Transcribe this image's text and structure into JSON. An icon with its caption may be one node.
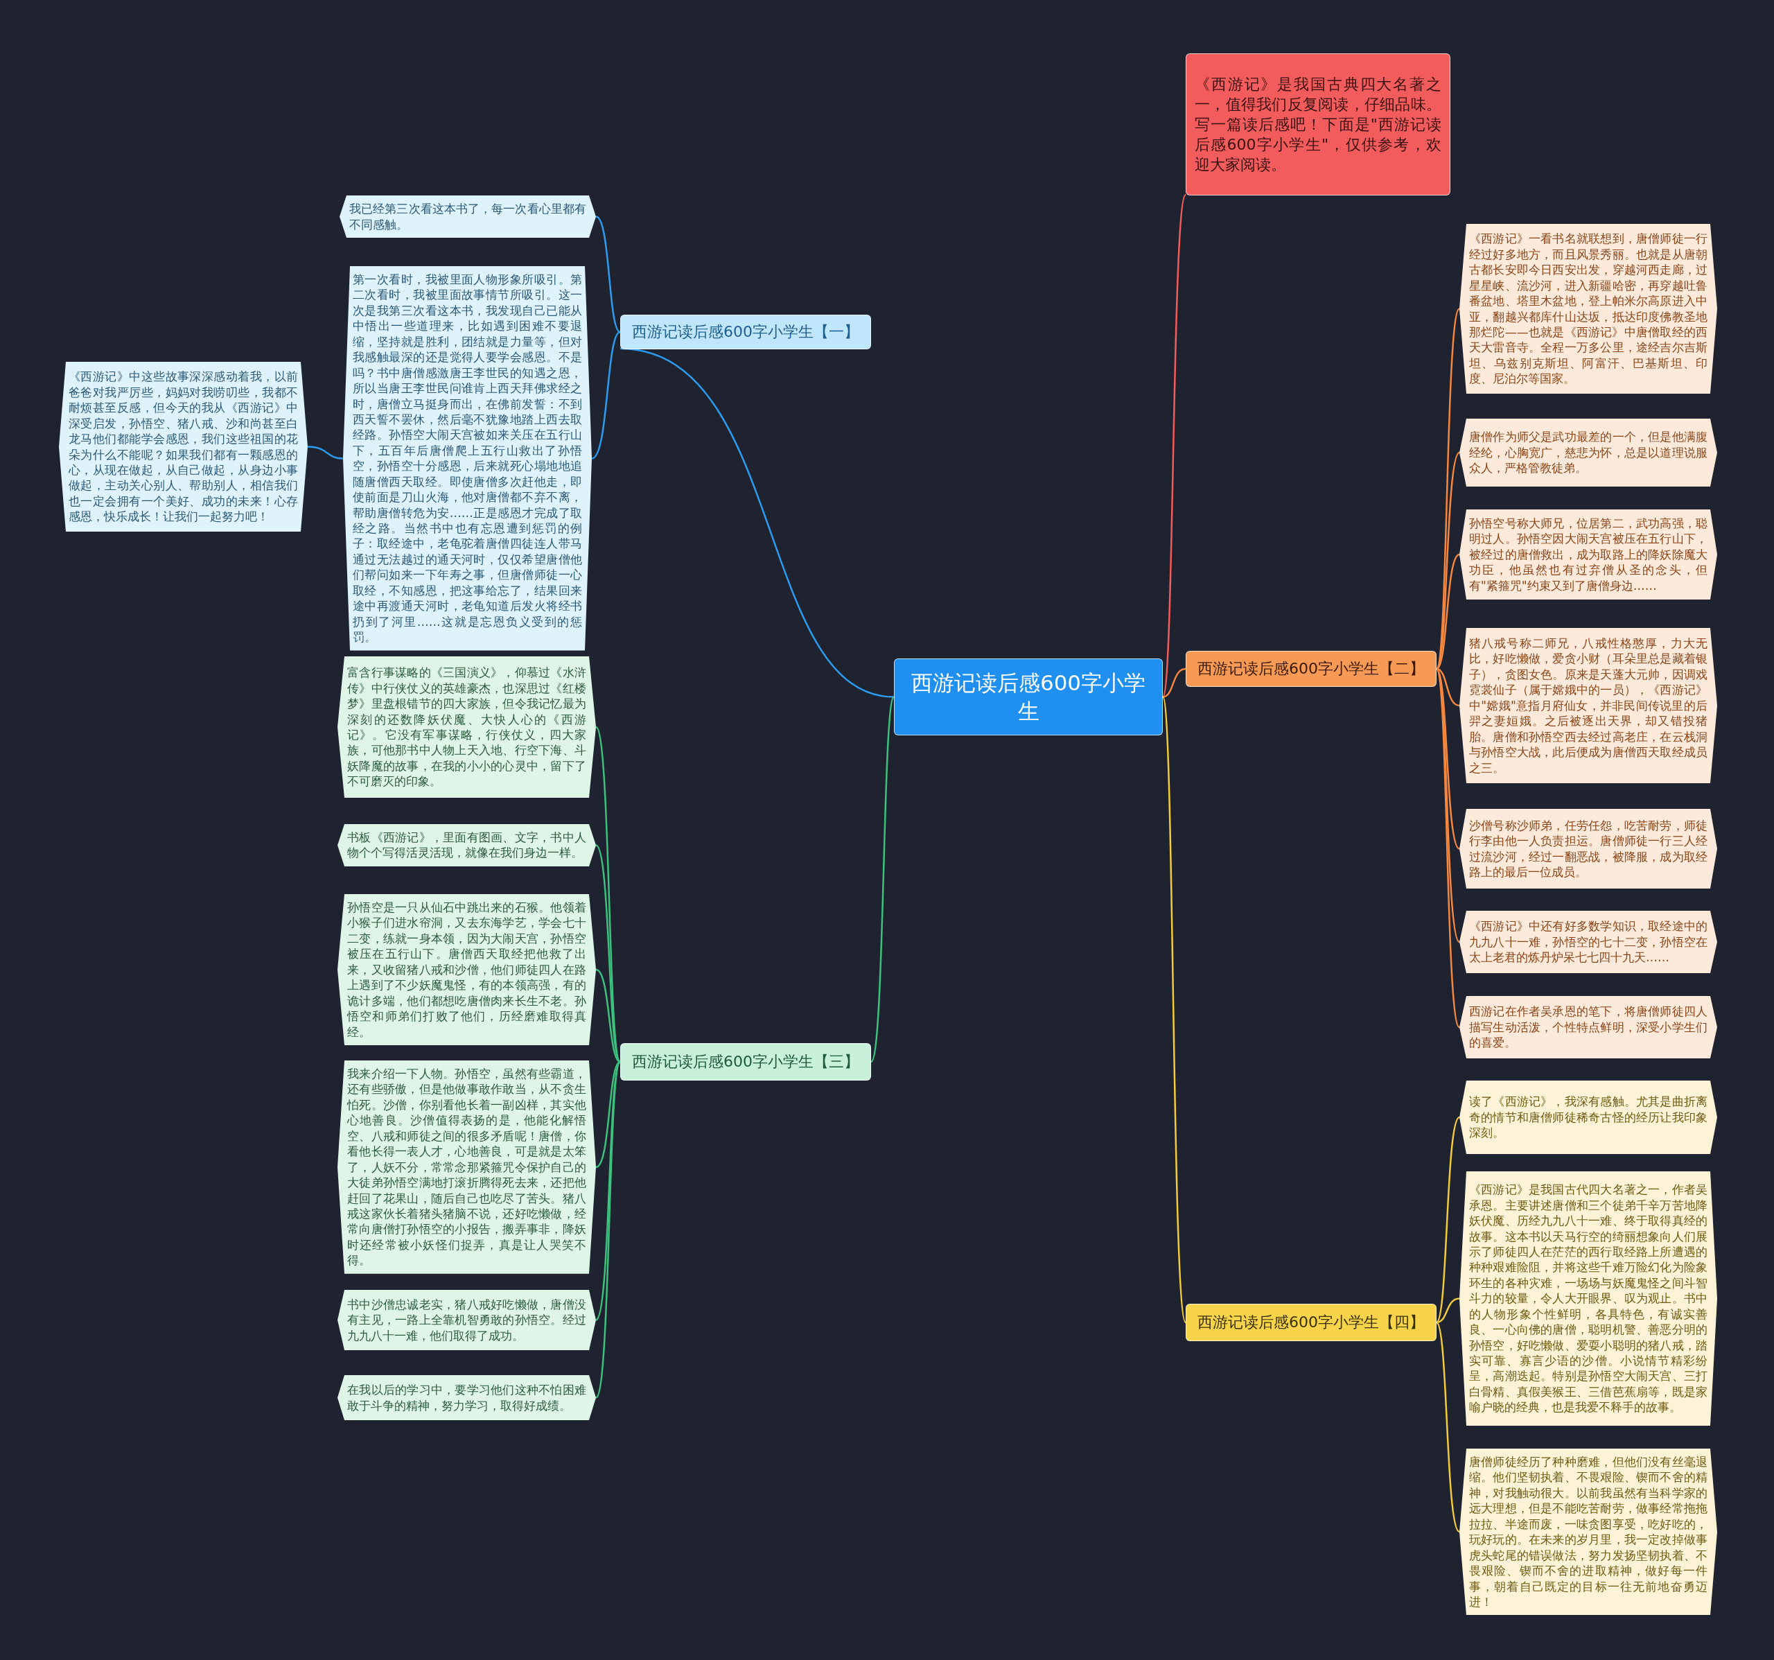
{
  "diagram": {
    "nodes": [
      {
        "text": [
          "西游记读后感600字小学生"
        ]
      },
      {
        "text": [
          "《西游记》是我国古典四大名著之一，值得我们反复阅读，仔细品味。写一篇读后感吧！下面是\"西游记读后感600字小学生\"，仅供参考，欢迎大家阅读。"
        ]
      },
      {
        "text": [
          "西游记读后感600字小学生【一】"
        ]
      },
      {
        "text": [
          "我已经第三次看这本书了，每一次看心里都有不同感触。"
        ]
      },
      {
        "text": [
          "第一次看时，我被里面人物形象所吸引。第二次看时，我被里面故事情节所吸引。这一次是我第三次看这本书，我发现自己已能从中悟出一些道理来，比如遇到困难不要退缩，坚持就是胜利，团结就是力量等，但对我感触最深的还是觉得人要学会感恩。不是吗？书中唐僧感激唐王李世民的知遇之恩，所以当唐王李世民问谁肯上西天拜佛求经之时，唐僧立马挺身而出，在佛前发誓：不到西天誓不罢休，然后毫不犹豫地踏上西去取经路。孙悟空大闹天宫被如来关压在五行山下，五百年后唐僧爬上五行山救出了孙悟空，孙悟空十分感恩，后来就死心塌地地追随唐僧西天取经。即使唐僧多次赶他走，即使前面是刀山火海，他对唐僧都不弃不离，帮助唐僧转危为安……正是感恩才完成了取经之路。当然书中也有忘恩遭到惩罚的例子：取经途中，老龟驼着唐僧四徒连人带马通过无法越过的通天河时，仅仅希望唐僧他们帮问如来一下年寿之事，但唐僧师徒一心取经，不知感恩，把这事给忘了，结果回来途中再渡通天河时，老龟知道后发火将经书扔到了河里……这就是忘恩负义受到的惩罚。"
        ]
      },
      {
        "text": [
          "《西游记》中这些故事深深感动着我，以前爸爸对我严厉些，妈妈对我唠叨些，我都不耐烦甚至反感，但今天的我从《西游记》中深受启发，孙悟空、猪八戒、沙和尚甚至白龙马他们都能学会感恩，我们这些祖国的花朵为什么不能呢？如果我们都有一颗感恩的心，从现在做起，从自己做起，从身边小事做起，主动关心别人、帮助别人，相信我们也一定会拥有一个美好、成功的未来！心存感恩，快乐成长！让我们一起努力吧！"
        ]
      },
      {
        "text": [
          "西游记读后感600字小学生【二】"
        ]
      },
      {
        "text": [
          "《西游记》一看书名就联想到，唐僧师徒一行经过好多地方，而且风景秀丽。也就是从唐朝古都长安即今日西安出发，穿越河西走廊，过星星峡、流沙河，进入新疆哈密，再穿越吐鲁番盆地、塔里木盆地，登上帕米尔高原进入中亚，翻越兴都库什山达坂，抵达印度佛教圣地那烂陀——也就是《西游记》中唐僧取经的西天大雷音寺。全程一万多公里，途经吉尔吉斯坦、乌兹别克斯坦、阿富汗、巴基斯坦、印度、尼泊尔等国家。"
        ]
      },
      {
        "text": [
          "唐僧作为师父是武功最差的一个，但是他满腹经纶，心胸宽广，慈悲为怀，总是以道理说服众人，严格管教徒弟。"
        ]
      },
      {
        "text": [
          "孙悟空号称大师兄，位居第二，武功高强，聪明过人。孙悟空因大闹天宫被压在五行山下，被经过的唐僧救出，成为取路上的降妖除魔大功臣，他虽然也有过弃僧从圣的念头，但有\"紧箍咒\"约束又到了唐僧身边……"
        ]
      },
      {
        "text": [
          "猪八戒号称二师兄，八戒性格憨厚，力大无比，好吃懒做，爱贪小财（耳朵里总是藏着银子），贪图女色。原来是天蓬大元帅，因调戏霓裳仙子（属于嫦娥中的一员），《西游记》中\"嫦娥\"意指月府仙女，并非民间传说里的后羿之妻姮娥。之后被逐出天界，却又错投猪胎。唐僧和孙悟空西去经过高老庄，在云栈洞与孙悟空大战，此后便成为唐僧西天取经成员之三。"
        ]
      },
      {
        "text": [
          "沙僧号称沙师弟，任劳任怨，吃苦耐劳，师徒行李由他一人负责担运。唐僧师徒一行三人经过流沙河，经过一翻恶战，被降服，成为取经路上的最后一位成员。"
        ]
      },
      {
        "text": [
          "《西游记》中还有好多数学知识，取经途中的九九八十一难，孙悟空的七十二变，孙悟空在太上老君的炼丹炉呆七七四十九天……"
        ]
      },
      {
        "text": [
          "西游记在作者吴承恩的笔下，将唐僧师徒四人描写生动活泼，个性特点鲜明，深受小学生们的喜爱。"
        ]
      },
      {
        "text": [
          "西游记读后感600字小学生【三】"
        ]
      },
      {
        "text": [
          "富含行事谋略的《三国演义》，仰慕过《水浒传》中行侠仗义的英雄豪杰，也深思过《红楼梦》里盘根错节的四大家族，但令我记忆最为深刻的还数降妖伏魔、大快人心的《西游记》。它没有军事谋略，行侠仗义，四大家族，可他那书中人物上天入地、行空下海、斗妖降魔的故事，在我的小小的心灵中，留下了不可磨灭的印象。"
        ]
      },
      {
        "text": [
          "书板《西游记》，里面有图画、文字，书中人物个个写得活灵活现，就像在我们身边一样。"
        ]
      },
      {
        "text": [
          "孙悟空是一只从仙石中跳出来的石猴。他领着小猴子们进水帘洞，又去东海学艺，学会七十二变，练就一身本领，因为大闹天宫，孙悟空被压在五行山下。唐僧西天取经把他救了出来，又收留猪八戒和沙僧，他们师徒四人在路上遇到了不少妖魔鬼怪，有的本领高强，有的诡计多端，他们都想吃唐僧肉来长生不老。孙悟空和师弟们打败了他们，历经磨难取得真经。"
        ]
      },
      {
        "text": [
          "我来介绍一下人物。孙悟空，虽然有些霸道，还有些骄傲，但是他做事敢作敢当，从不贪生怕死。沙僧，你别看他长着一副凶样，其实他心地善良。沙僧值得表扬的是，他能化解悟空、八戒和师徒之间的很多矛盾呢！唐僧，你看他长得一表人才，心地善良，可是就是太笨了，人妖不分，常常念那紧箍咒令保护自己的大徒弟孙悟空满地打滚折腾得死去来，还把他赶回了花果山，随后自己也吃尽了苦头。猪八戒这家伙长着猪头猪脑不说，还好吃懒做，经常向唐僧打孙悟空的小报告，搬弄事非，降妖时还经常被小妖怪们捉弄，真是让人哭笑不得。"
        ]
      },
      {
        "text": [
          "书中沙僧忠诚老实，猪八戒好吃懒做，唐僧没有主见，一路上全靠机智勇敢的孙悟空。经过九九八十一难，他们取得了成功。"
        ]
      },
      {
        "text": [
          "在我以后的学习中，要学习他们这种不怕困难敢于斗争的精神，努力学习，取得好成绩。"
        ]
      },
      {
        "text": [
          "西游记读后感600字小学生【四】"
        ]
      },
      {
        "text": [
          "读了《西游记》，我深有感触。尤其是曲折离奇的情节和唐僧师徒稀奇古怪的经历让我印象深刻。"
        ]
      },
      {
        "text": [
          "《西游记》是我国古代四大名著之一，作者吴承恩。主要讲述唐僧和三个徒弟千辛万苦地降妖伏魔、历经九九八十一难、终于取得真经的故事。这本书以天马行空的绮丽想象向人们展示了师徒四人在茫茫的西行取经路上所遭遇的种种艰难险阻，并将这些千难万险幻化为险象环生的各种灾难，一场场与妖魔鬼怪之间斗智斗力的较量，令人大开眼界、叹为观止。书中的人物形象个性鲜明，各具特色，有诚实善良、一心向佛的唐僧，聪明机警、善恶分明的孙悟空，好吃懒做、爱耍小聪明的猪八戒，踏实可靠、寡言少语的沙僧。小说情节精彩纷呈，高潮迭起。特别是孙悟空大闹天宫、三打白骨精、真假美猴王、三借芭蕉扇等，既是家喻户晓的经典，也是我爱不释手的故事。"
        ]
      },
      {
        "text": [
          "唐僧师徒经历了种种磨难，但他们没有丝毫退缩。他们坚韧执着、不畏艰险、锲而不舍的精神，对我触动很大。以前我虽然有当科学家的远大理想，但是不能吃苦耐劳，做事经常拖拖拉拉、半途而废，一味贪图享受，吃好吃的，玩好玩的。在未来的岁月里，我一定改掉做事虎头蛇尾的错误做法，努力发扬坚韧执着、不畏艰险、锲而不舍的进取精神，做好每一件事，朝着自己既定的目标一往无前地奋勇迈进！"
        ]
      }
    ],
    "edges": [
      {
        "from": 0,
        "to": 1,
        "arrow": "none",
        "color": "#f25c5c"
      },
      {
        "from": 0,
        "to": 2,
        "arrow": "none",
        "color": "#2d9cf0"
      },
      {
        "from": 2,
        "to": 3,
        "arrow": "none",
        "color": "#2d9cf0"
      },
      {
        "from": 2,
        "to": 4,
        "arrow": "none",
        "color": "#2d9cf0"
      },
      {
        "from": 4,
        "to": 5,
        "arrow": "none",
        "color": "#2d9cf0"
      },
      {
        "from": 0,
        "to": 6,
        "arrow": "none",
        "color": "#f5873f"
      },
      {
        "from": 6,
        "to": 7,
        "arrow": "none",
        "color": "#f5873f"
      },
      {
        "from": 6,
        "to": 8,
        "arrow": "none",
        "color": "#f5873f"
      },
      {
        "from": 6,
        "to": 9,
        "arrow": "none",
        "color": "#f5873f"
      },
      {
        "from": 6,
        "to": 10,
        "arrow": "none",
        "color": "#f5873f"
      },
      {
        "from": 6,
        "to": 11,
        "arrow": "none",
        "color": "#f5873f"
      },
      {
        "from": 6,
        "to": 12,
        "arrow": "none",
        "color": "#f5873f"
      },
      {
        "from": 6,
        "to": 13,
        "arrow": "none",
        "color": "#f5873f"
      },
      {
        "from": 0,
        "to": 14,
        "arrow": "none",
        "color": "#3cc27e"
      },
      {
        "from": 14,
        "to": 15,
        "arrow": "none",
        "color": "#3cc27e"
      },
      {
        "from": 14,
        "to": 16,
        "arrow": "none",
        "color": "#3cc27e"
      },
      {
        "from": 14,
        "to": 17,
        "arrow": "none",
        "color": "#3cc27e"
      },
      {
        "from": 14,
        "to": 18,
        "arrow": "none",
        "color": "#3cc27e"
      },
      {
        "from": 14,
        "to": 19,
        "arrow": "none",
        "color": "#3cc27e"
      },
      {
        "from": 14,
        "to": 20,
        "arrow": "none",
        "color": "#3cc27e"
      },
      {
        "from": 0,
        "to": 21,
        "arrow": "none",
        "color": "#f2cc3a"
      },
      {
        "from": 21,
        "to": 22,
        "arrow": "none",
        "color": "#f2cc3a"
      },
      {
        "from": 21,
        "to": 23,
        "arrow": "none",
        "color": "#f2cc3a"
      },
      {
        "from": 21,
        "to": 24,
        "arrow": "none",
        "color": "#f2cc3a"
      }
    ]
  }
}
